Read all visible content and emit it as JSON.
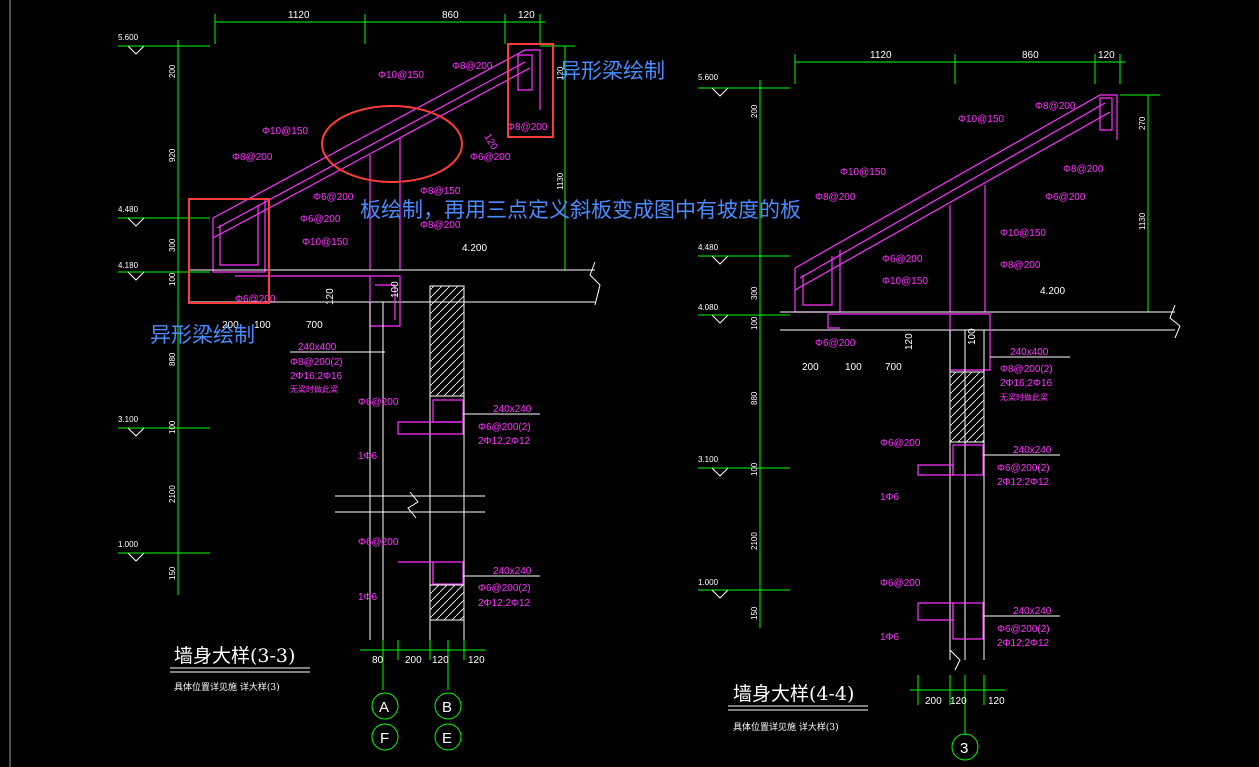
{
  "left": {
    "top_dims": [
      "1120",
      "860",
      "120"
    ],
    "elevations": [
      "5.600",
      "4.480",
      "4.180",
      "3.100",
      "1.000"
    ],
    "vdims": [
      "200",
      "920",
      "300",
      "100",
      "880",
      "100",
      "2100",
      "150"
    ],
    "rebar": [
      "Φ8@200",
      "Φ10@150",
      "Φ10@150",
      "Φ8@200",
      "Φ6@200",
      "Φ8@200",
      "Φ8@150",
      "Φ6@200",
      "Φ8@200",
      "Φ6@200",
      "Φ10@150",
      "Φ6@200",
      "Φ6@200",
      "Φ6@200"
    ],
    "beam1": [
      "240x400",
      "Φ8@200(2)",
      "2Φ16;2Φ16",
      "无梁时做此梁"
    ],
    "beam2": [
      "240x240",
      "Φ6@200(2)",
      "2Φ12;2Φ12"
    ],
    "beam3": [
      "240x240",
      "Φ6@200(2)",
      "2Φ12;2Φ12"
    ],
    "misc": [
      "4.200",
      "120",
      "100",
      "700",
      "200",
      "100",
      "1Φ6",
      "1Φ6"
    ],
    "height_dim": "1130",
    "slope_dim": "120",
    "bottom_dims": [
      "80",
      "200",
      "120",
      "120"
    ],
    "title": "墙身大样(3-3)",
    "subtitle": "具体位置详见施 详大样(3)",
    "axes": [
      "A",
      "B",
      "F",
      "E"
    ]
  },
  "right": {
    "top_dims": [
      "1120",
      "860",
      "120"
    ],
    "elevations": [
      "5.600",
      "4.480",
      "4.080",
      "3.100",
      "1.000"
    ],
    "vdims": [
      "200",
      "300",
      "100",
      "880",
      "100",
      "2100",
      "150"
    ],
    "rebar": [
      "Φ8@200",
      "Φ10@150",
      "Φ8@200",
      "Φ10@150",
      "Φ8@200",
      "Φ6@200",
      "Φ6@200",
      "Φ10@150",
      "Φ8@200",
      "Φ10@150",
      "Φ6@200",
      "Φ6@200",
      "Φ6@200"
    ],
    "beam1": [
      "240x400",
      "Φ8@200(2)",
      "2Φ16;2Φ16",
      "无梁时做此梁"
    ],
    "beam2": [
      "240x240",
      "Φ6@200(2)",
      "2Φ12;2Φ12"
    ],
    "beam3": [
      "240x240",
      "Φ6@200(2)",
      "2Φ12;2Φ12"
    ],
    "misc": [
      "4.200",
      "270",
      "1130",
      "120",
      "100",
      "200",
      "100",
      "700",
      "1Φ6",
      "1Φ6"
    ],
    "bottom_dims": [
      "200",
      "120",
      "120"
    ],
    "title": "墙身大样(4-4)",
    "subtitle": "具体位置详见施 详大样(3)",
    "axes": [
      "3"
    ]
  },
  "annotations": {
    "beam_note_top": "异形梁绘制",
    "beam_note_left": "异形梁绘制",
    "slab_note": "板绘制，再用三点定义斜板变成图中有坡度的板"
  },
  "colors": {
    "background": "#000000",
    "dimension": "#00ff00",
    "rebar": "#ff33ff",
    "outline": "#ffffff",
    "highlight": "#ff3b3b",
    "note": "#4a8cff"
  }
}
